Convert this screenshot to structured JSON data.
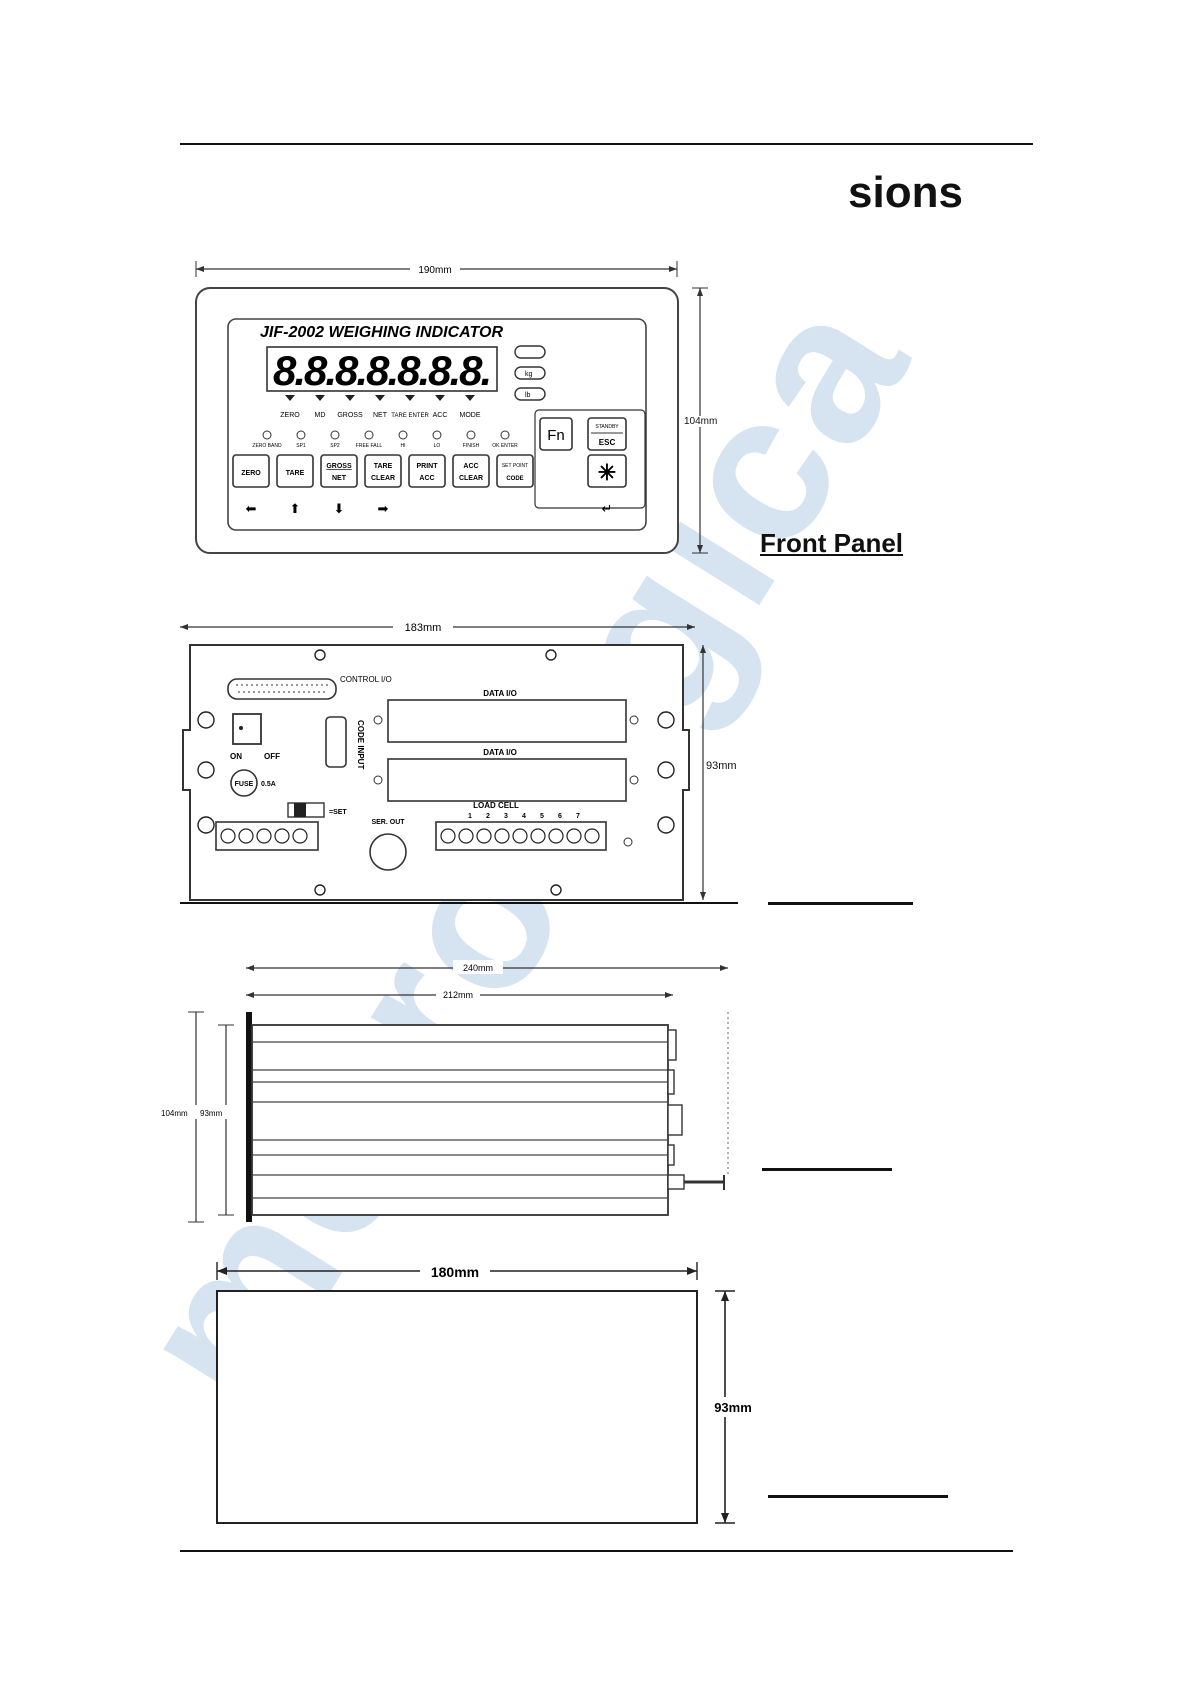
{
  "page": {
    "heading": "sions",
    "front_panel_caption": "Front Panel"
  },
  "watermark": {
    "text": "metrologica",
    "color": "#c8dcec"
  },
  "front_panel": {
    "width_label": "190mm",
    "height_label": "104mm",
    "model": "JIF-2002   WEIGHING INDICATOR",
    "digits": "8.8.8.8.8.8.8.",
    "indicators": [
      "ZERO",
      "MD",
      "GROSS",
      "NET",
      "TARE ENTER",
      "ACC",
      "MODE"
    ],
    "units": [
      "",
      "kg",
      "lb"
    ],
    "leds": [
      "ZERO BAND",
      "SP1",
      "SP2",
      "FREE FALL",
      "HI",
      "LO",
      "FINISH",
      "OK ENTER"
    ],
    "keys": [
      {
        "top": "ZERO",
        "bottom": ""
      },
      {
        "top": "TARE",
        "bottom": ""
      },
      {
        "top": "GROSS",
        "bottom": "NET"
      },
      {
        "top": "TARE",
        "bottom": "CLEAR"
      },
      {
        "top": "PRINT",
        "bottom": "ACC"
      },
      {
        "top": "ACC",
        "bottom": "CLEAR"
      },
      {
        "top": "SET POINT",
        "bottom": "CODE"
      }
    ],
    "fn_key": "Fn",
    "esc_key": "ESC",
    "esc_sub": "STANDBY"
  },
  "rear_panel": {
    "width_label": "183mm",
    "height_label": "93mm",
    "control_io": "CONTROL I/O",
    "data_io_1": "DATA I/O",
    "data_io_2": "DATA I/O",
    "code_input": "CODE INPUT",
    "on": "ON",
    "off": "OFF",
    "fuse": "FUSE",
    "fuse_rating": "0.5A",
    "set": "=SET",
    "ser_out": "SER. OUT",
    "load_cell": "LOAD CELL",
    "terminals": [
      "1",
      "2",
      "3",
      "4",
      "5",
      "6",
      "7"
    ]
  },
  "side_view": {
    "total_length": "240mm",
    "body_length": "212mm",
    "height_outer": "104mm",
    "height_inner": "93mm"
  },
  "cutout": {
    "width_label": "180mm",
    "height_label": "93mm"
  }
}
